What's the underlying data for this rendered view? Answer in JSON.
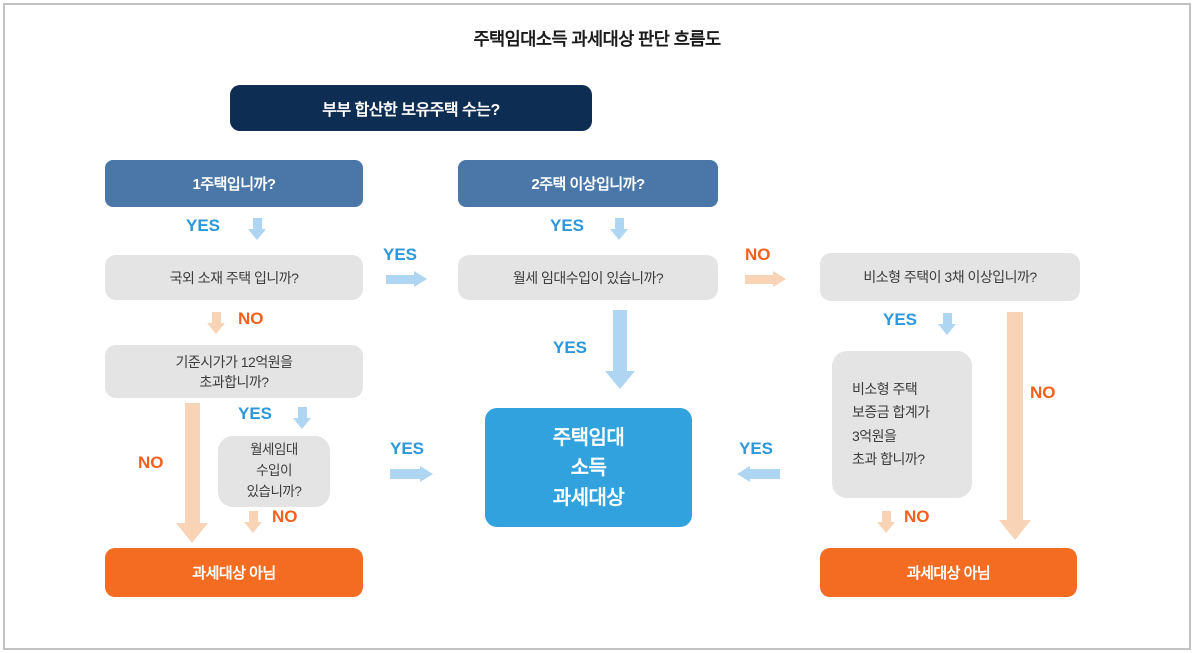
{
  "title": "주택임대소득 과세대상 판단 흐름도",
  "labels": {
    "yes": "YES",
    "no": "NO"
  },
  "nodes": {
    "root": "부부 합산한 보유주택 수는?",
    "one_house": "1주택입니까?",
    "two_houses": "2주택 이상입니까?",
    "overseas_house": "국외 소재 주택 입니까?",
    "monthly_rent_center": "월세 임대수입이 있습니까?",
    "nonsmall_three_plus": "비소형 주택이 3채 이상입니까?",
    "standard_price": "기준시가가 12억원을\n초과합니까?",
    "monthly_rent_small": "월세임대\n수입이\n있습니까?",
    "taxable": "주택임대\n소득\n과세대상",
    "deposit_sum": "비소형 주택\n보증금 합계가\n3억원을\n초과 합니까?",
    "not_taxable_left": "과세대상 아님",
    "not_taxable_right": "과세대상 아님"
  },
  "colors": {
    "navy": "#0e2d52",
    "steel": "#4a77a8",
    "gray": "#e4e4e4",
    "bright": "#31a2de",
    "orange": "#f36c22",
    "yes": "#2b97dd",
    "no": "#f2611c",
    "lblue": "#aed5f2",
    "lorange": "#f8d3b5"
  }
}
